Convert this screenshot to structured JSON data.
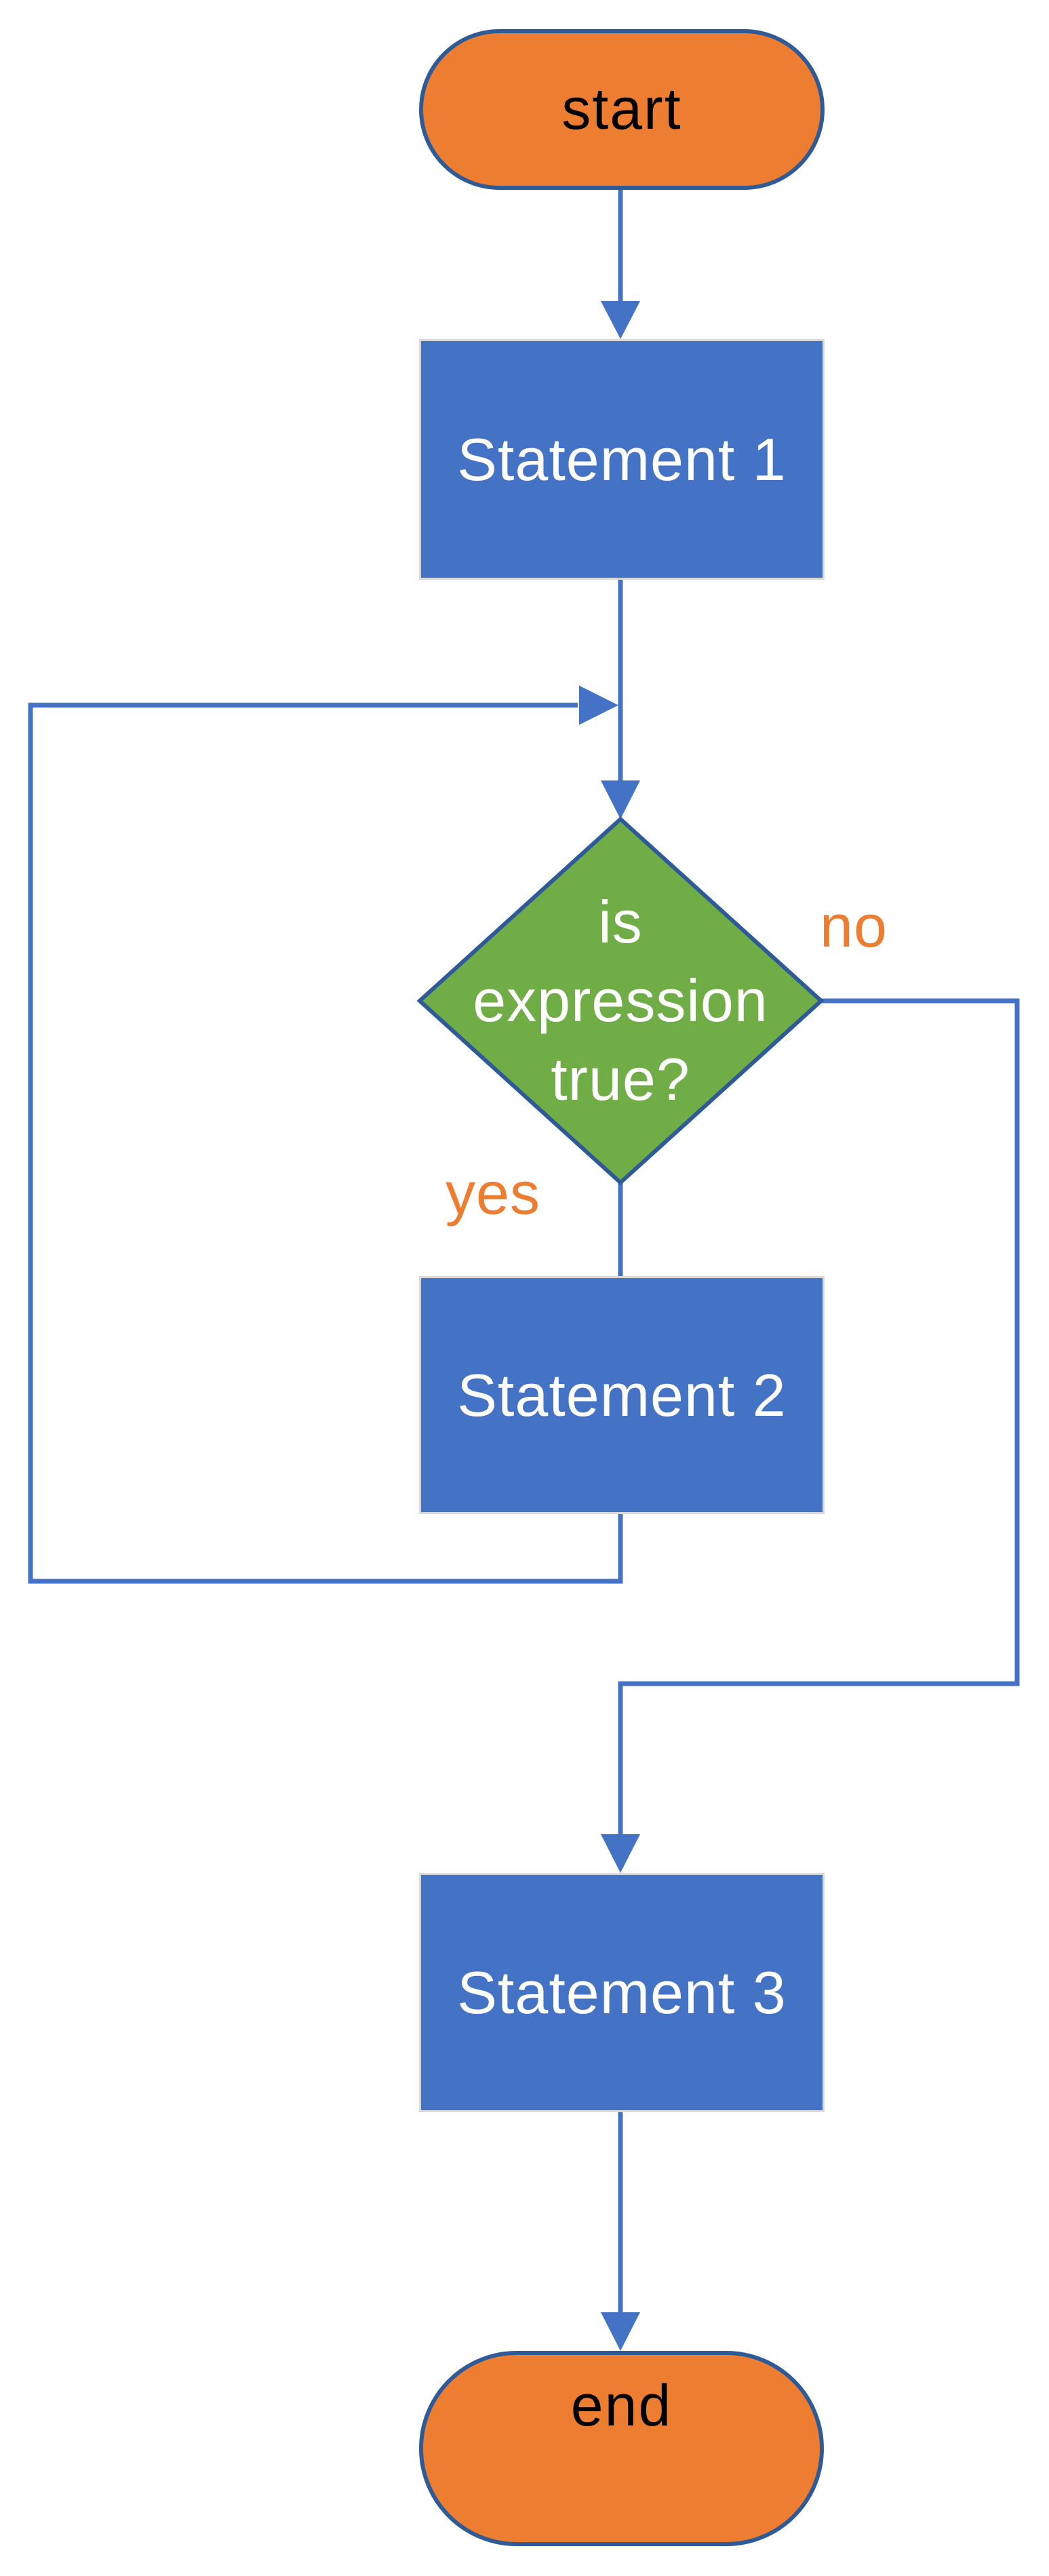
{
  "diagram": {
    "type": "flowchart",
    "background": "#FFFFFF",
    "connector_color": "#4472C4"
  },
  "nodes": {
    "start": {
      "label": "start",
      "shape": "terminator",
      "fill": "#ED7D31",
      "border": "#2E5B97",
      "text_color": "#000000"
    },
    "statement1": {
      "label": "Statement 1",
      "shape": "process",
      "fill": "#4472C4",
      "border": "#D9D9D9",
      "text_color": "#FFFFFF"
    },
    "decision": {
      "label": "is\nexpression\ntrue?",
      "shape": "decision",
      "fill": "#70AD47",
      "border": "#2E5B97",
      "text_color": "#FFFFFF"
    },
    "statement2": {
      "label": "Statement 2",
      "shape": "process",
      "fill": "#4472C4",
      "border": "#D9D9D9",
      "text_color": "#FFFFFF"
    },
    "statement3": {
      "label": "Statement 3",
      "shape": "process",
      "fill": "#4472C4",
      "border": "#D9D9D9",
      "text_color": "#FFFFFF"
    },
    "end": {
      "label": "end",
      "shape": "terminator",
      "fill": "#ED7D31",
      "border": "#2E5B97",
      "text_color": "#000000"
    }
  },
  "edge_labels": {
    "yes": "yes",
    "no": "no"
  },
  "edges": [
    {
      "from": "start",
      "to": "statement1",
      "label": ""
    },
    {
      "from": "statement1",
      "to": "decision",
      "label": ""
    },
    {
      "from": "decision",
      "to": "statement2",
      "label": "yes"
    },
    {
      "from": "statement2",
      "to": "decision",
      "label": "",
      "kind": "loop-back"
    },
    {
      "from": "decision",
      "to": "statement3",
      "label": "no"
    },
    {
      "from": "statement3",
      "to": "end",
      "label": ""
    }
  ]
}
